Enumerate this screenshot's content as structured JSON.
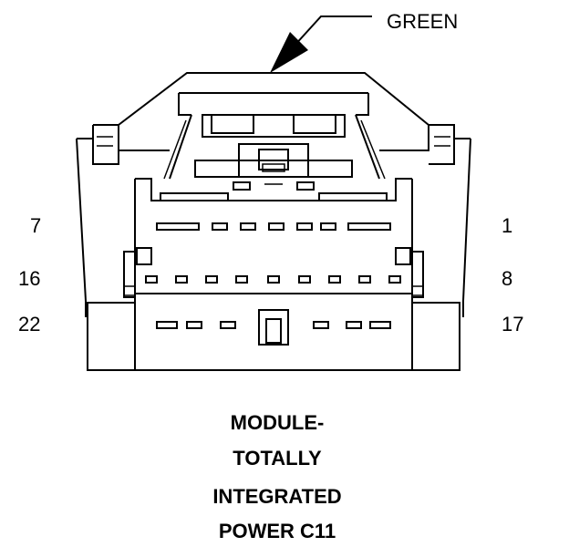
{
  "callout": {
    "label": "GREEN"
  },
  "pins": {
    "row1_left": "7",
    "row1_right": "1",
    "row2_left": "16",
    "row2_right": "8",
    "row3_left": "22",
    "row3_right": "17"
  },
  "title": {
    "line1": "MODULE-",
    "line2": "TOTALLY",
    "line3": "INTEGRATED",
    "line4": "POWER C11"
  }
}
